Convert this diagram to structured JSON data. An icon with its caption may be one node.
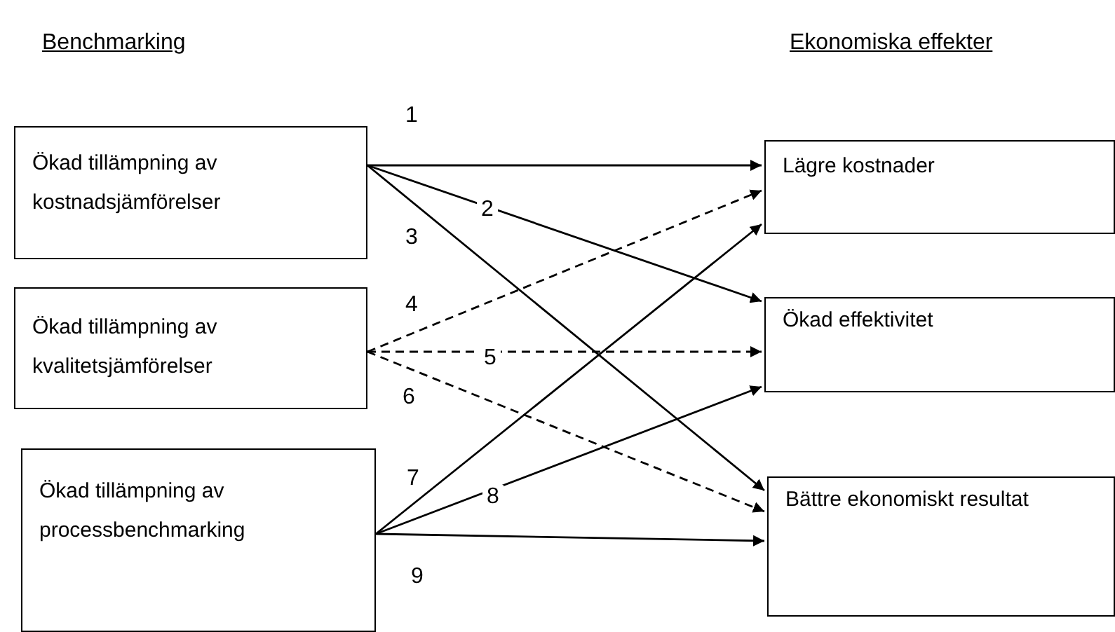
{
  "diagram": {
    "nodes": [
      {
        "text": [
          "Ökad tillämpning av kostnadsjämförelser"
        ]
      },
      {
        "text": [
          "Ökad tillämpning av kvalitetsjämförelser"
        ]
      },
      {
        "text": [
          "Ökad tillämpning av processbenchmarking"
        ]
      },
      {
        "text": [
          "Lägre kostnader"
        ]
      },
      {
        "text": [
          "Ökad effektivitet"
        ]
      },
      {
        "text": [
          "Bättre ekonomiskt resultat"
        ]
      }
    ],
    "edges": [
      {
        "from": 0,
        "to": 3,
        "arrow": "to",
        "label": "1"
      },
      {
        "from": 0,
        "to": 4,
        "arrow": "to",
        "label": "2"
      },
      {
        "from": 0,
        "to": 5,
        "arrow": "to",
        "label": "3"
      },
      {
        "from": 1,
        "to": 3,
        "arrow": "to",
        "label": "4",
        "style": "dashed"
      },
      {
        "from": 1,
        "to": 4,
        "arrow": "to",
        "label": "5",
        "style": "dashed"
      },
      {
        "from": 1,
        "to": 5,
        "arrow": "to",
        "label": "6",
        "style": "dashed"
      },
      {
        "from": 2,
        "to": 3,
        "arrow": "to",
        "label": "7"
      },
      {
        "from": 2,
        "to": 4,
        "arrow": "to",
        "label": "8"
      },
      {
        "from": 2,
        "to": 5,
        "arrow": "to",
        "label": "9"
      }
    ],
    "labels": [
      "Benchmarking",
      "Ekonomiska effekter"
    ]
  }
}
